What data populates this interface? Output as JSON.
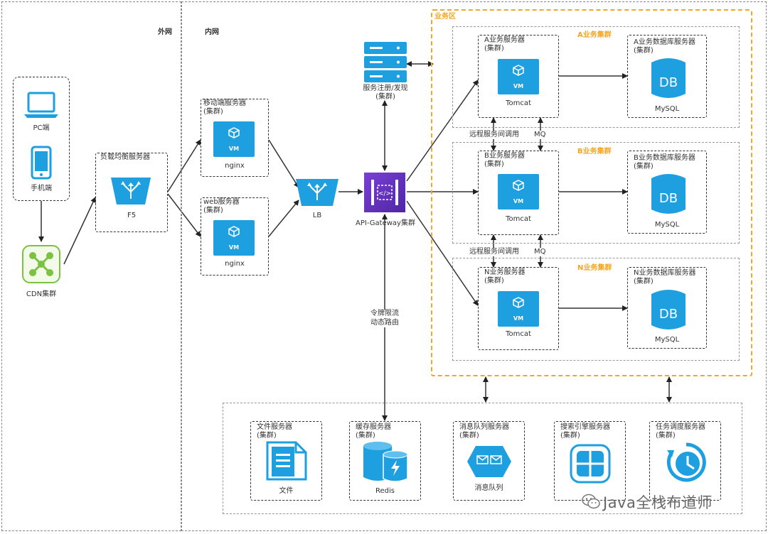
{
  "zones": {
    "external": "外网",
    "internal": "内网",
    "business_zone": "业务区"
  },
  "clients": {
    "pc": "PC端",
    "mobile": "手机端",
    "cdn": "CDN集群"
  },
  "f5": {
    "title": "负载均衡服务器",
    "label": "F5"
  },
  "mobile_server": {
    "title": "移动端服务器",
    "subtitle": "(集群)",
    "vm": "VM",
    "label": "nginx"
  },
  "web_server": {
    "title": "web服务器",
    "subtitle": "(集群)",
    "vm": "VM",
    "label": "nginx"
  },
  "lb": {
    "label": "LB"
  },
  "registry": {
    "label_line1": "服务注册/发现",
    "label_line2": "(集群)"
  },
  "gateway": {
    "label": "API-Gateway集群",
    "note_line1": "令牌限流",
    "note_line2": "动态路由"
  },
  "clusters": [
    {
      "name": "A业务集群",
      "app_title": "A业务服务器",
      "app_sub": "(集群)",
      "vm": "VM",
      "app_label": "Tomcat",
      "db_title": "A业务数据库服务器",
      "db_sub": "(集群)",
      "db_icon": "DB",
      "db_label": "MySQL"
    },
    {
      "name": "B业务集群",
      "app_title": "B业务服务器",
      "app_sub": "(集群)",
      "vm": "VM",
      "app_label": "Tomcat",
      "db_title": "B业务数据库服务器",
      "db_sub": "(集群)",
      "db_icon": "DB",
      "db_label": "MySQL"
    },
    {
      "name": "N业务集群",
      "app_title": "N业务服务器",
      "app_sub": "(集群)",
      "vm": "VM",
      "app_label": "Tomcat",
      "db_title": "N业务数据库服务器",
      "db_sub": "(集群)",
      "db_icon": "DB",
      "db_label": "MySQL"
    }
  ],
  "rpc": [
    {
      "call": "远程服务间调用",
      "mq": "MQ"
    },
    {
      "call": "远程服务间调用",
      "mq": "MQ"
    }
  ],
  "services": [
    {
      "title": "文件服务器",
      "sub": "(集群)",
      "label": "文件"
    },
    {
      "title": "缓存服务器",
      "sub": "(集群)",
      "label": "Redis"
    },
    {
      "title": "消息队列服务器",
      "sub": "(集群)",
      "label": "消息队列"
    },
    {
      "title": "搜索引擎服务器",
      "sub": "(集群)",
      "label": ""
    },
    {
      "title": "任务调度服务器",
      "sub": "(集群)",
      "label": ""
    }
  ],
  "watermark": "Java全栈布道师",
  "colors": {
    "icon_blue": "#1e9fe0",
    "gateway_purple": "#5b2fb8",
    "cdn_green": "#7cc242",
    "zone_orange": "#f5a623"
  }
}
